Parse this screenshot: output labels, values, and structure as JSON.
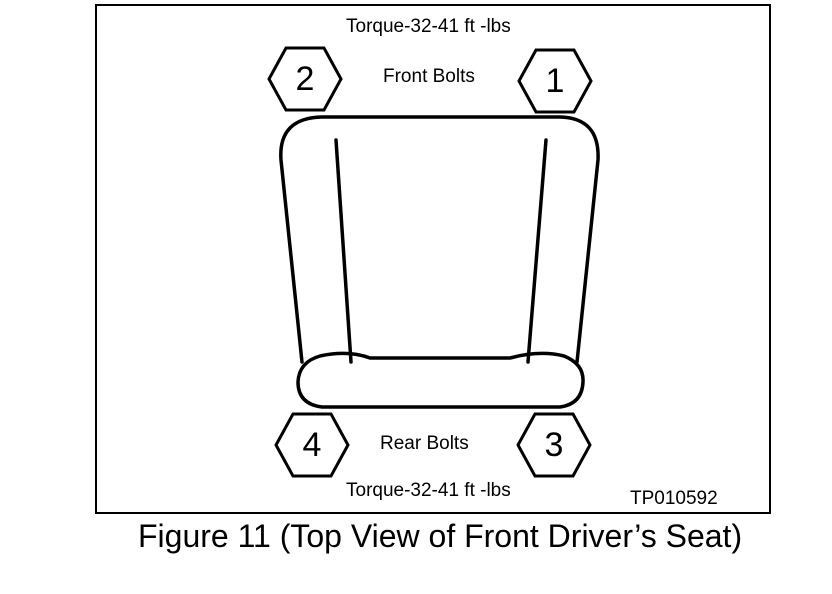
{
  "diagram": {
    "torque_top": "Torque-32-41 ft -lbs",
    "torque_bottom": "Torque-32-41 ft -lbs",
    "front_label": "Front Bolts",
    "rear_label": "Rear Bolts",
    "code": "TP010592",
    "bolts": {
      "front_left": "2",
      "front_right": "1",
      "rear_left": "4",
      "rear_right": "3"
    }
  },
  "caption": "Figure 11 (Top View of Front Driver’s Seat)"
}
